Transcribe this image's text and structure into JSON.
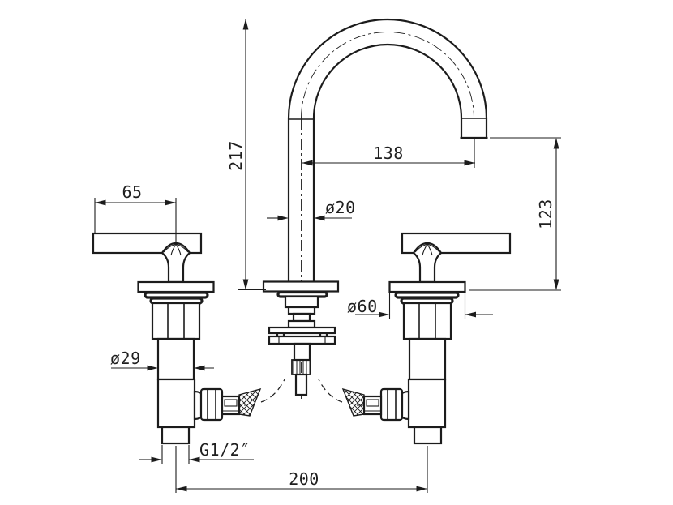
{
  "drawing": {
    "type": "technical-drawing",
    "subject": "3-hole widespread basin mixer tap with gooseneck spout and cross handles, front elevation",
    "units": "mm",
    "colors": {
      "line": "#1c1c1c",
      "background": "#ffffff"
    },
    "labels": {
      "spout_height": "217",
      "spout_reach": "138",
      "handle_width": "65",
      "spout_tube_diameter": "ø20",
      "outlet_to_deck": "123",
      "escutcheon_diameter": "ø60",
      "valve_body_diameter": "ø29",
      "inlet_thread": "G1/2″",
      "valve_centres": "200"
    }
  }
}
